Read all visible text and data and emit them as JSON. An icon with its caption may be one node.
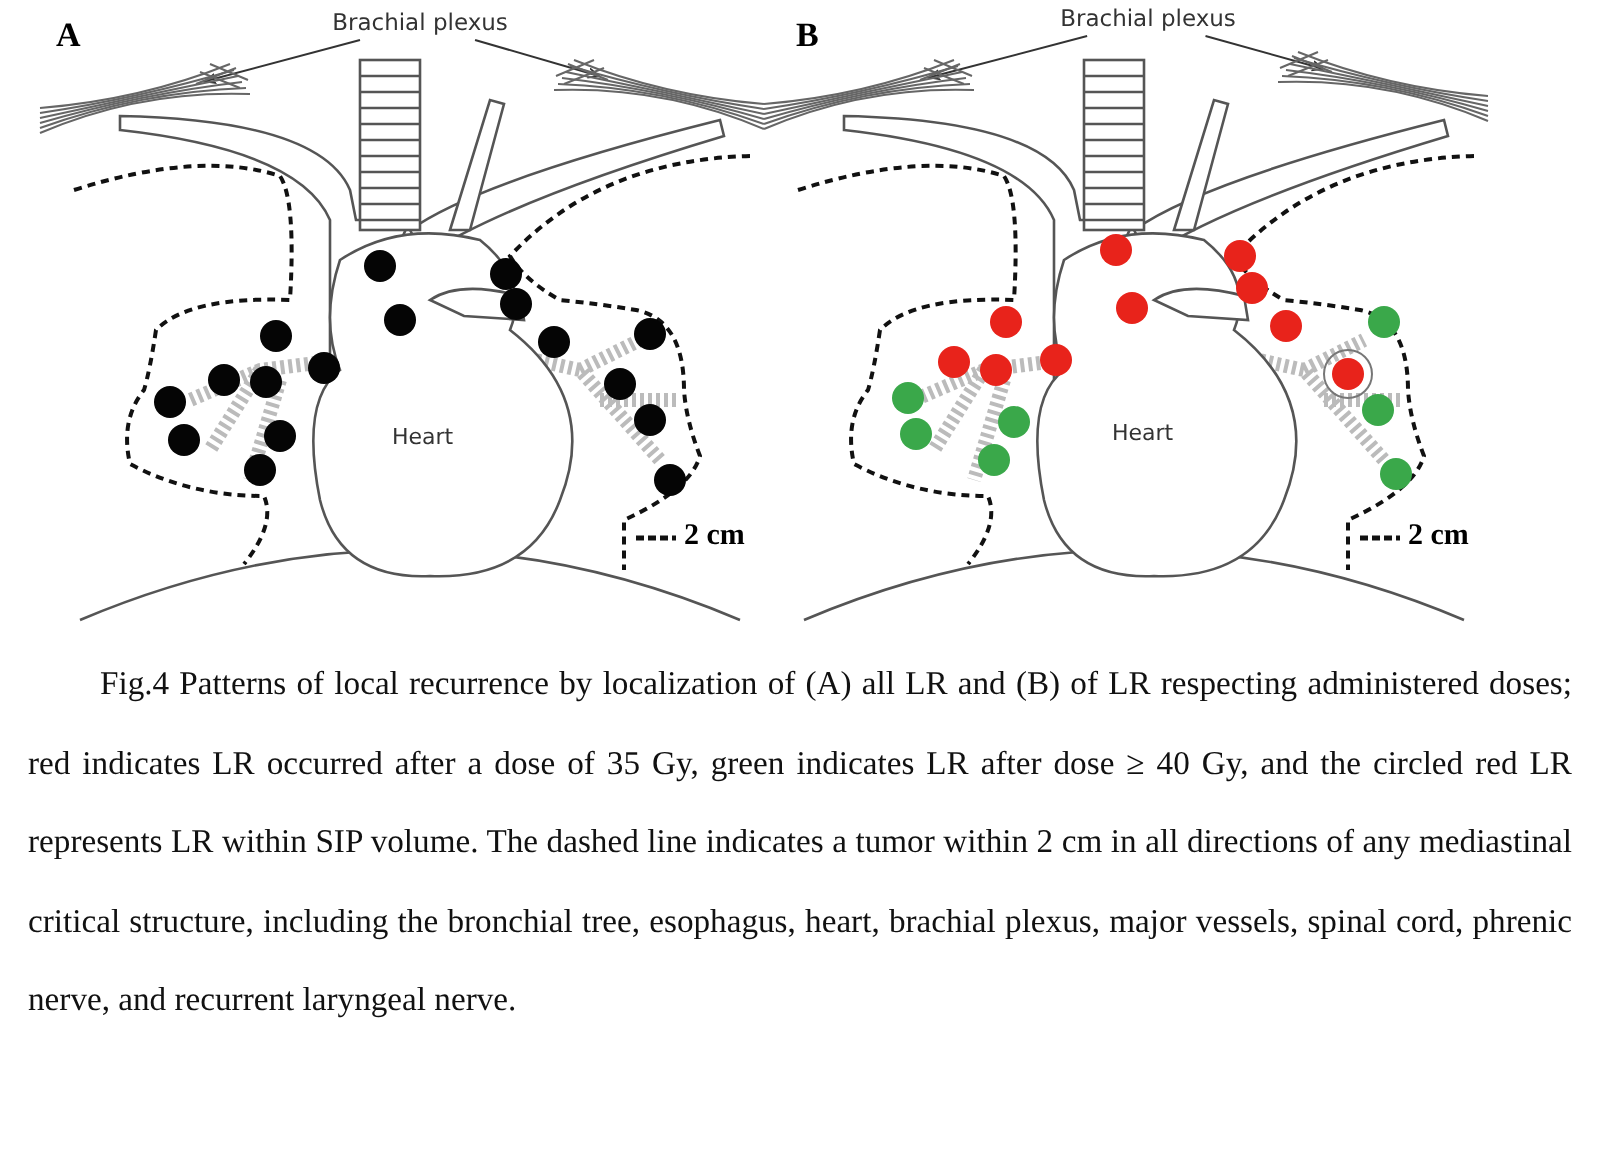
{
  "diagram": {
    "caption": "Fig.4 Patterns of local recurrence by localization of (A) all LR and (B) of LR respecting administered doses; red indicates LR occurred after a dose of 35 Gy, green indicates LR after dose ≥ 40 Gy, and the circled red LR represents LR within SIP volume. The dashed line indicates a tumor within 2 cm in all directions of any mediastinal critical structure, including the bronchial tree, esophagus, heart, brachial plexus, major vessels, spinal cord, phrenic nerve, and recurrent laryngeal nerve.",
    "nodes": [
      {
        "text": [
          "Brachial plexus"
        ]
      },
      {
        "text": [],
        "shape": "picture"
      },
      {
        "text": [],
        "shape": "picture"
      },
      {
        "text": [
          "Brachial plexus"
        ]
      },
      {
        "text": [],
        "shape": "picture"
      },
      {
        "text": [],
        "shape": "picture"
      }
    ],
    "edges": [
      {
        "from": 0,
        "to": 1,
        "arrow": "to"
      },
      {
        "from": 0,
        "to": 2,
        "arrow": "to"
      },
      {
        "from": 3,
        "to": 4,
        "arrow": "to"
      },
      {
        "from": 3,
        "to": 5,
        "arrow": "to"
      }
    ],
    "labels": [
      "A",
      "Heart",
      "B",
      "Heart"
    ],
    "legend": [
      {
        "text": "2 cm"
      },
      {
        "text": "2 cm"
      }
    ]
  }
}
